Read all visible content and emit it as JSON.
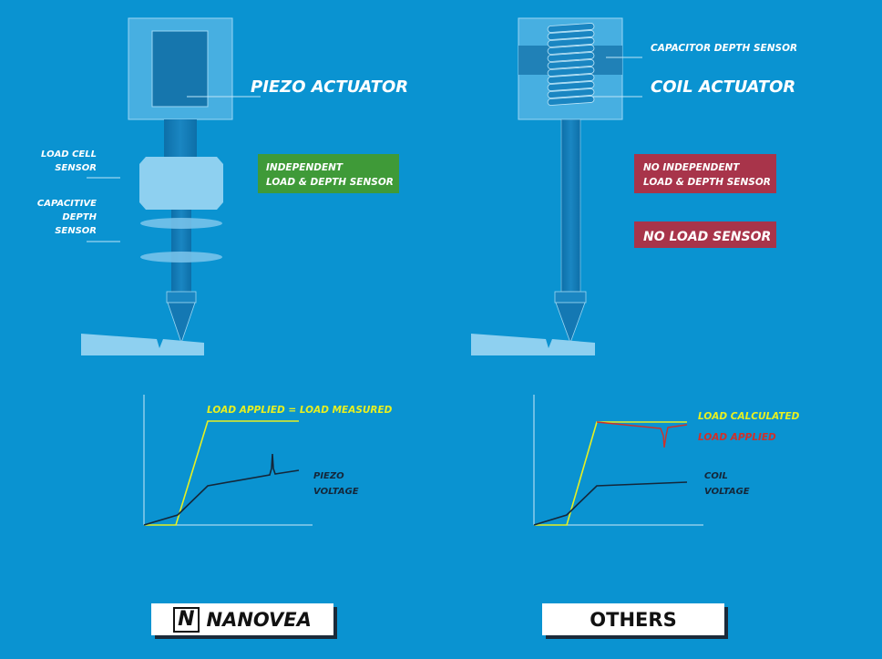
{
  "left": {
    "actuator_label": "PIEZO ACTUATOR",
    "load_cell_label": [
      "LOAD CELL",
      "SENSOR"
    ],
    "capacitive_label": [
      "CAPACITIVE",
      "DEPTH",
      "SENSOR"
    ],
    "feature_box": [
      "INDEPENDENT",
      "LOAD & DEPTH SENSOR"
    ],
    "graph": {
      "load_label": "LOAD APPLIED = LOAD MEASURED",
      "voltage_label": [
        "PIEZO",
        "VOLTAGE"
      ]
    },
    "button_logo": "N",
    "button_label": "NANOVEA"
  },
  "right": {
    "depth_sensor_label": "CAPACITOR DEPTH SENSOR",
    "actuator_label": "COIL ACTUATOR",
    "feature_box": [
      "NO INDEPENDENT",
      "LOAD & DEPTH SENSOR"
    ],
    "load_box": "NO LOAD SENSOR",
    "graph": {
      "calculated_label": "LOAD CALCULATED",
      "applied_label": "LOAD APPLIED",
      "voltage_label": [
        "COIL",
        "VOLTAGE"
      ]
    },
    "button_label": "OTHERS"
  },
  "colors": {
    "background": "#0a93d1",
    "green": "#3f9a38",
    "red": "#a8344a",
    "yellow": "#e8f020",
    "applied_red": "#d0302a"
  }
}
